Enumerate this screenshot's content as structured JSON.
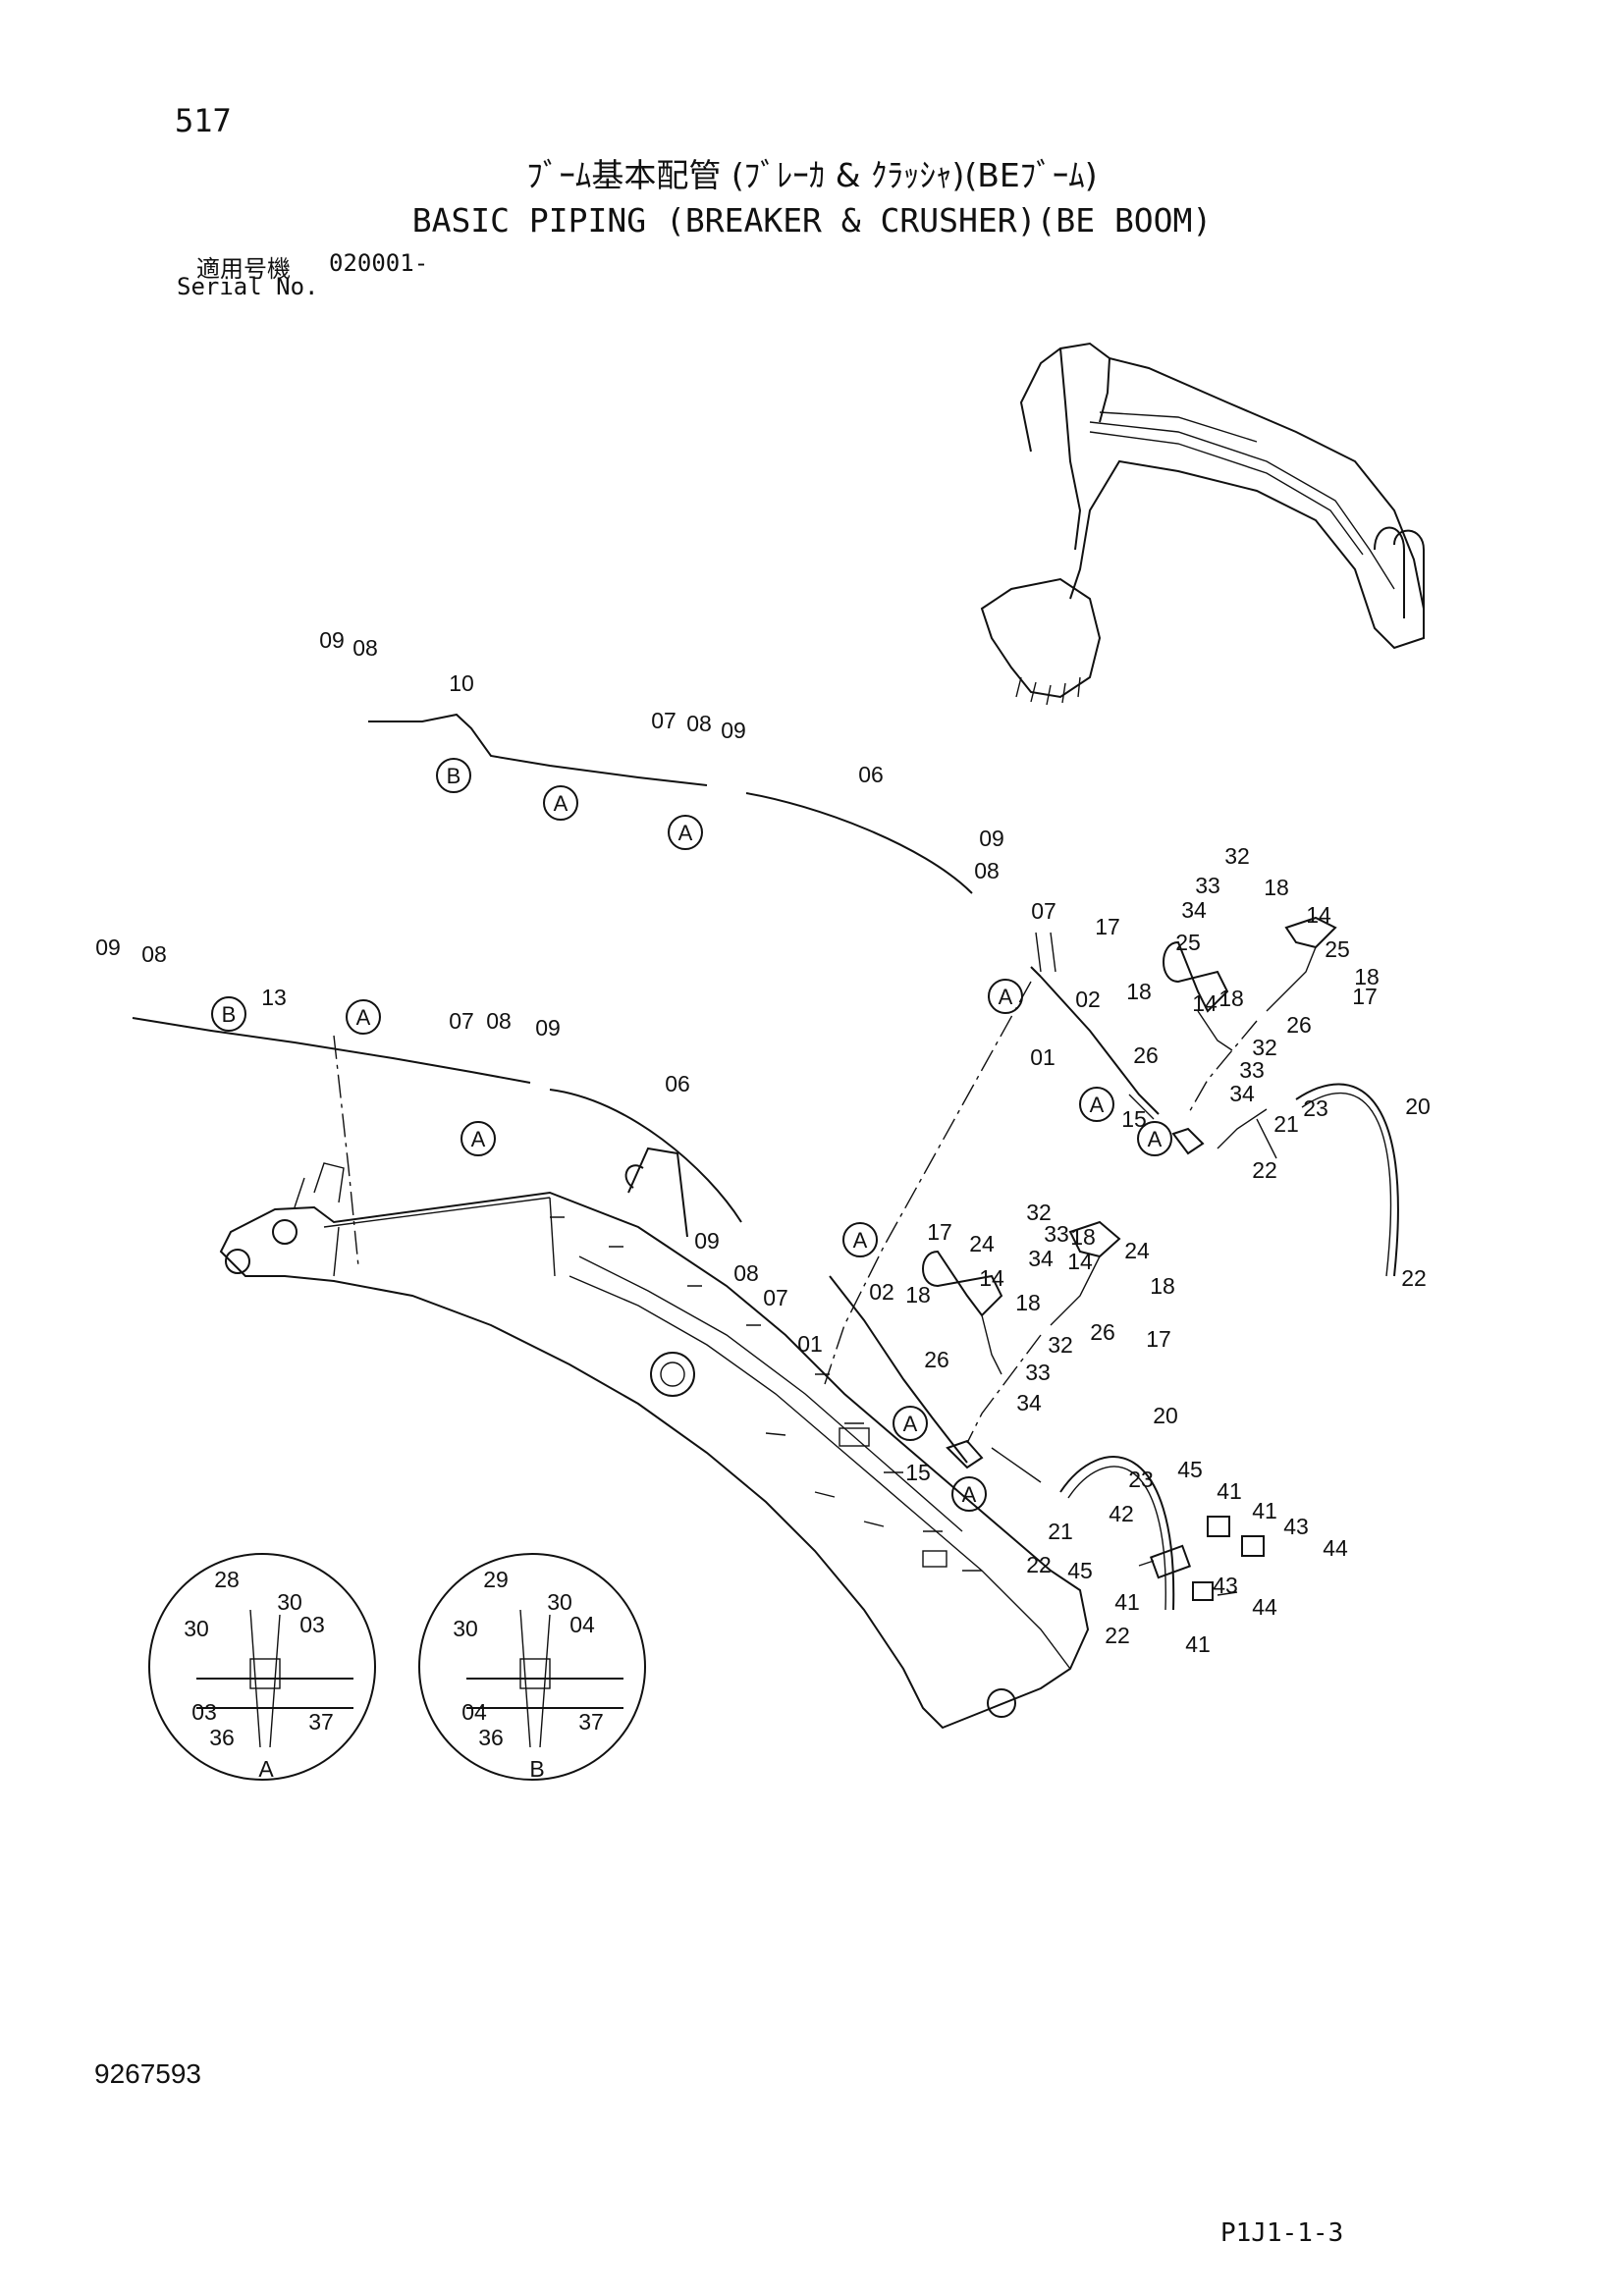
{
  "header": {
    "page_number": "517",
    "title_jp": "ﾌﾞｰﾑ基本配管 (ﾌﾞﾚｰｶ & ｸﾗｯｼｬ)(BEﾌﾞｰﾑ)",
    "title_en": "BASIC PIPING (BREAKER & CRUSHER)(BE BOOM)",
    "serial_label_jp": "適用号機",
    "serial_value": "020001-",
    "serial_label_en": "Serial No."
  },
  "footer": {
    "doc_number": "9267593",
    "figure_code": "P1J1-1-3"
  },
  "diagram": {
    "part_labels": [
      {
        "id": "p1",
        "text": "09"
      },
      {
        "id": "p2",
        "text": "08"
      },
      {
        "id": "p3",
        "text": "10"
      },
      {
        "id": "p4",
        "text": "07"
      },
      {
        "id": "p5",
        "text": "08"
      },
      {
        "id": "p6",
        "text": "09"
      },
      {
        "id": "p7",
        "text": "06"
      },
      {
        "id": "p8",
        "text": "09"
      },
      {
        "id": "p9",
        "text": "08"
      },
      {
        "id": "p10",
        "text": "07"
      },
      {
        "id": "p11",
        "text": "02"
      },
      {
        "id": "p12",
        "text": "01"
      },
      {
        "id": "p13",
        "text": "32"
      },
      {
        "id": "p14",
        "text": "33"
      },
      {
        "id": "p15",
        "text": "18"
      },
      {
        "id": "p16",
        "text": "34"
      },
      {
        "id": "p17",
        "text": "14"
      },
      {
        "id": "p18",
        "text": "17"
      },
      {
        "id": "p19",
        "text": "25"
      },
      {
        "id": "p20",
        "text": "25"
      },
      {
        "id": "p21",
        "text": "18"
      },
      {
        "id": "p22",
        "text": "18"
      },
      {
        "id": "p23",
        "text": "14"
      },
      {
        "id": "p24",
        "text": "18"
      },
      {
        "id": "p25",
        "text": "26"
      },
      {
        "id": "p26",
        "text": "17"
      },
      {
        "id": "p27",
        "text": "26"
      },
      {
        "id": "p28",
        "text": "32"
      },
      {
        "id": "p29",
        "text": "33"
      },
      {
        "id": "p30",
        "text": "34"
      },
      {
        "id": "p31",
        "text": "15"
      },
      {
        "id": "p32",
        "text": "21"
      },
      {
        "id": "p33",
        "text": "23"
      },
      {
        "id": "p34",
        "text": "22"
      },
      {
        "id": "p35",
        "text": "20"
      },
      {
        "id": "p36",
        "text": "22"
      },
      {
        "id": "p37",
        "text": "09"
      },
      {
        "id": "p38",
        "text": "08"
      },
      {
        "id": "p39",
        "text": "13"
      },
      {
        "id": "p40",
        "text": "07"
      },
      {
        "id": "p41",
        "text": "08"
      },
      {
        "id": "p42",
        "text": "09"
      },
      {
        "id": "p43",
        "text": "06"
      },
      {
        "id": "p44",
        "text": "09"
      },
      {
        "id": "p45",
        "text": "08"
      },
      {
        "id": "p46",
        "text": "07"
      },
      {
        "id": "p47",
        "text": "01"
      },
      {
        "id": "p48",
        "text": "02"
      },
      {
        "id": "p49",
        "text": "32"
      },
      {
        "id": "p50",
        "text": "33"
      },
      {
        "id": "p51",
        "text": "18"
      },
      {
        "id": "p52",
        "text": "34"
      },
      {
        "id": "p53",
        "text": "14"
      },
      {
        "id": "p54",
        "text": "17"
      },
      {
        "id": "p55",
        "text": "24"
      },
      {
        "id": "p56",
        "text": "24"
      },
      {
        "id": "p57",
        "text": "14"
      },
      {
        "id": "p58",
        "text": "18"
      },
      {
        "id": "p59",
        "text": "18"
      },
      {
        "id": "p60",
        "text": "18"
      },
      {
        "id": "p61",
        "text": "26"
      },
      {
        "id": "p62",
        "text": "32"
      },
      {
        "id": "p63",
        "text": "26"
      },
      {
        "id": "p64",
        "text": "17"
      },
      {
        "id": "p65",
        "text": "33"
      },
      {
        "id": "p66",
        "text": "34"
      },
      {
        "id": "p67",
        "text": "15"
      },
      {
        "id": "p68",
        "text": "20"
      },
      {
        "id": "p69",
        "text": "23"
      },
      {
        "id": "p70",
        "text": "21"
      },
      {
        "id": "p71",
        "text": "22"
      },
      {
        "id": "p72",
        "text": "45"
      },
      {
        "id": "p73",
        "text": "41"
      },
      {
        "id": "p74",
        "text": "41"
      },
      {
        "id": "p75",
        "text": "42"
      },
      {
        "id": "p76",
        "text": "43"
      },
      {
        "id": "p77",
        "text": "44"
      },
      {
        "id": "p78",
        "text": "45"
      },
      {
        "id": "p79",
        "text": "43"
      },
      {
        "id": "p80",
        "text": "41"
      },
      {
        "id": "p81",
        "text": "44"
      },
      {
        "id": "p82",
        "text": "22"
      },
      {
        "id": "p83",
        "text": "41"
      }
    ],
    "callouts": [
      {
        "id": "c1",
        "text": "B"
      },
      {
        "id": "c2",
        "text": "A"
      },
      {
        "id": "c3",
        "text": "A"
      },
      {
        "id": "c4",
        "text": "A"
      },
      {
        "id": "c5",
        "text": "A"
      },
      {
        "id": "c6",
        "text": "A"
      },
      {
        "id": "c7",
        "text": "B"
      },
      {
        "id": "c8",
        "text": "A"
      },
      {
        "id": "c9",
        "text": "A"
      },
      {
        "id": "c10",
        "text": "A"
      },
      {
        "id": "c11",
        "text": "A"
      },
      {
        "id": "c12",
        "text": "A"
      }
    ],
    "detail_a": {
      "view_label": "A",
      "parts": [
        "28",
        "30",
        "30",
        "03",
        "03",
        "36",
        "37"
      ]
    },
    "detail_b": {
      "view_label": "B",
      "parts": [
        "29",
        "30",
        "30",
        "04",
        "04",
        "36",
        "37"
      ]
    }
  }
}
